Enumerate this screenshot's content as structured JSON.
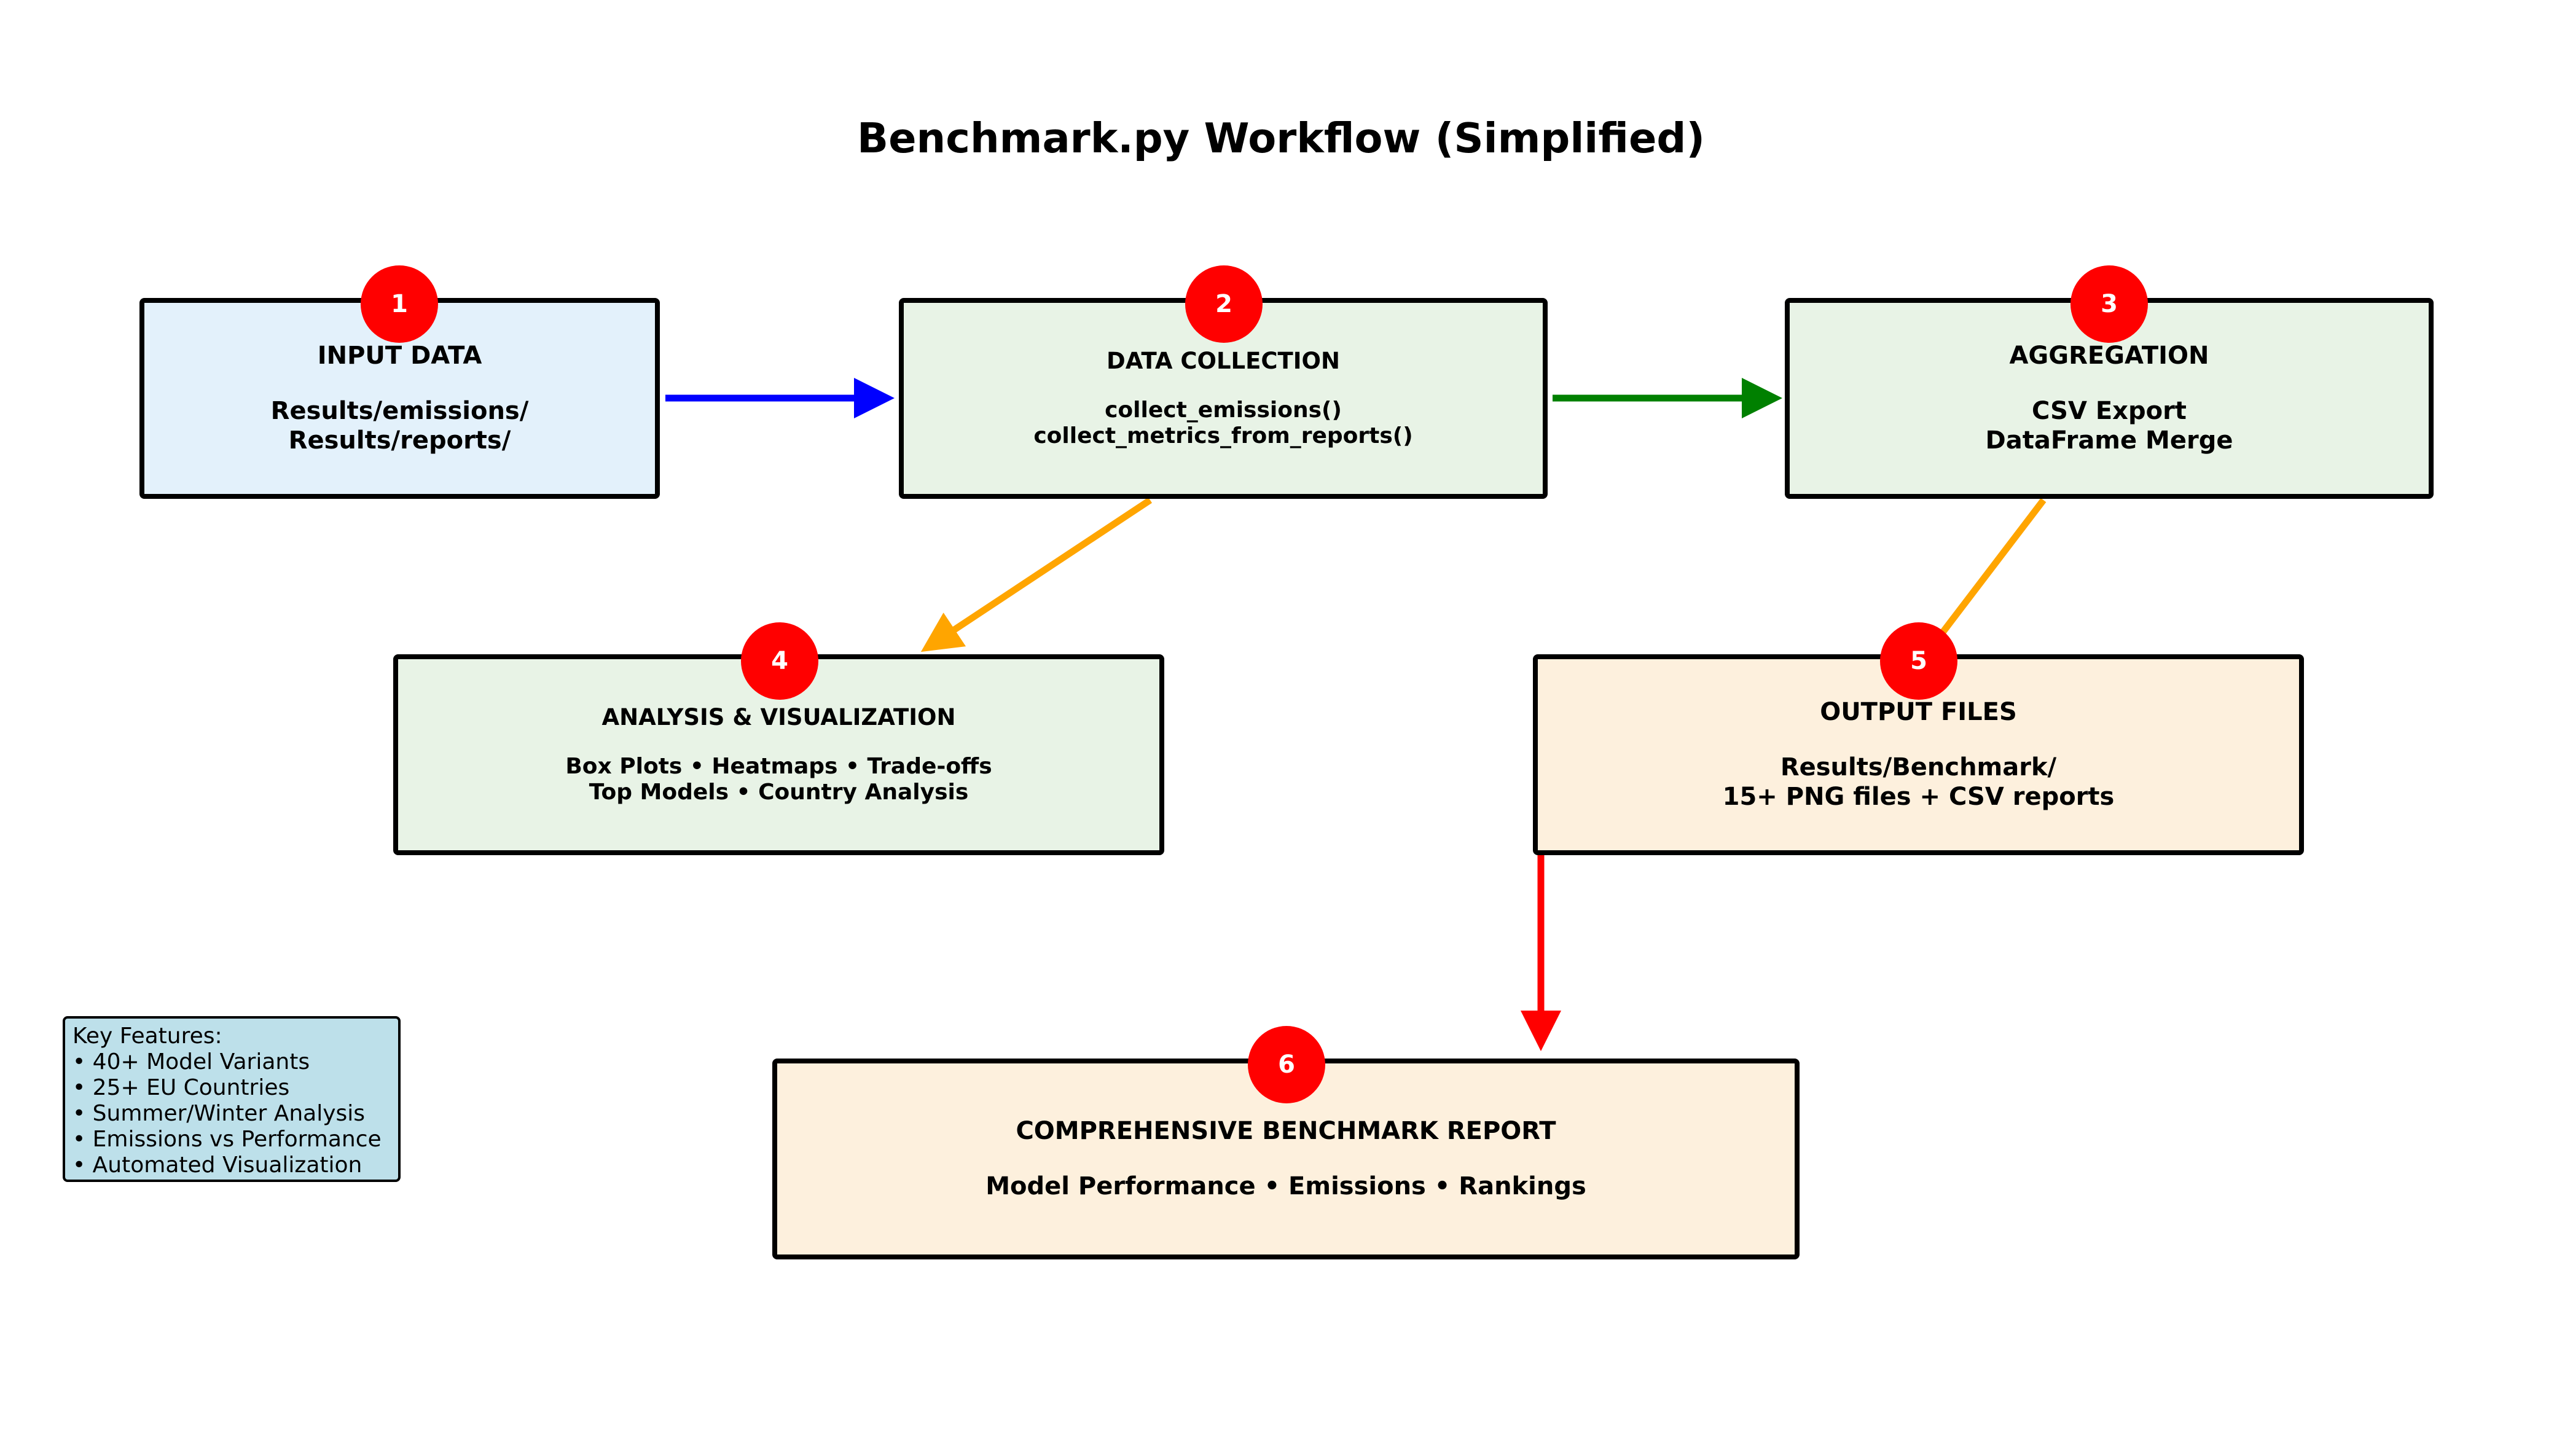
{
  "title": "Benchmark.py Workflow (Simplified)",
  "colors": {
    "badge": "#ff0000",
    "input_fill": "#e3f1fb",
    "process_fill": "#e8f3e6",
    "output_fill": "#fdf0dd",
    "features_fill": "#bde0ea",
    "arrow_input_to_collection": "#0000ff",
    "arrow_collection_to_aggregation": "#008000",
    "arrow_to_analysis_and_output": "#ffa500",
    "arrow_to_report": "#ff0000"
  },
  "steps": [
    {
      "badge": "1",
      "heading": "INPUT DATA",
      "lines": [
        "Results/emissions/",
        "Results/reports/"
      ]
    },
    {
      "badge": "2",
      "heading": "DATA COLLECTION",
      "lines": [
        "collect_emissions()",
        "collect_metrics_from_reports()"
      ]
    },
    {
      "badge": "3",
      "heading": "AGGREGATION",
      "lines": [
        "CSV Export",
        "DataFrame Merge"
      ]
    },
    {
      "badge": "4",
      "heading": "ANALYSIS & VISUALIZATION",
      "lines": [
        "Box Plots • Heatmaps • Trade-offs",
        "Top Models • Country Analysis"
      ]
    },
    {
      "badge": "5",
      "heading": "OUTPUT FILES",
      "lines": [
        "Results/Benchmark/",
        "15+ PNG files + CSV reports"
      ]
    },
    {
      "badge": "6",
      "heading": "COMPREHENSIVE BENCHMARK REPORT",
      "lines": [
        "Model Performance • Emissions • Rankings"
      ]
    }
  ],
  "key_features": {
    "heading": "Key Features:",
    "items": [
      "• 40+ Model Variants",
      "• 25+ EU Countries",
      "• Summer/Winter Analysis",
      "• Emissions vs Performance",
      "• Automated Visualization"
    ]
  }
}
